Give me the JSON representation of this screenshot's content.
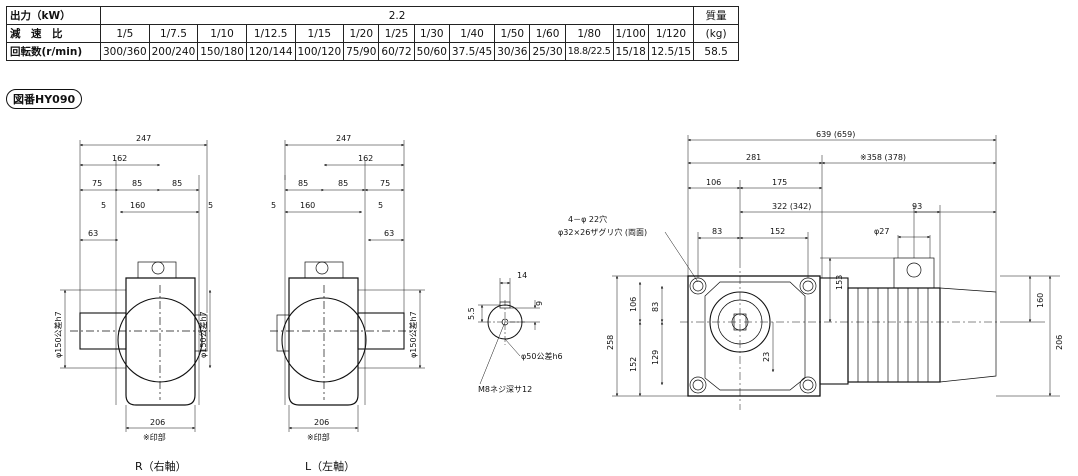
{
  "table": {
    "output_label": "出力（kW）",
    "output_value": "2.2",
    "ratio_label": "減　速　比",
    "ratios": [
      "1/5",
      "1/7.5",
      "1/10",
      "1/12.5",
      "1/15",
      "1/20",
      "1/25",
      "1/30",
      "1/40",
      "1/50",
      "1/60",
      "1/80",
      "1/100",
      "1/120"
    ],
    "speed_label": "回転数(r/min)",
    "speeds": [
      "300/360",
      "200/240",
      "150/180",
      "120/144",
      "100/120",
      "75/90",
      "60/72",
      "50/60",
      "37.5/45",
      "30/36",
      "25/30",
      "18.8/22.5",
      "15/18",
      "12.5/15"
    ],
    "mass_label": "質量",
    "mass_unit": "(kg)",
    "mass_value": "58.5"
  },
  "figure_id": "図番HY090",
  "dims": {
    "r_247": "247",
    "r_162": "162",
    "r_75": "75",
    "r_85a": "85",
    "r_85b": "85",
    "r_5a": "5",
    "r_160": "160",
    "r_5b": "5",
    "r_63": "63",
    "r_phi150": "φ150公差h7",
    "r_206": "206",
    "r_mark": "※印部",
    "l_247": "247",
    "l_162": "162",
    "l_85a": "85",
    "l_85b": "85",
    "l_75": "75",
    "l_5a": "5",
    "l_160": "160",
    "l_5b": "5",
    "l_63": "63",
    "l_phi150": "φ150公差h7",
    "l_206": "206",
    "l_mark": "※印部",
    "s_14": "14",
    "s_55": "5.5",
    "s_9": "9",
    "s_phi50": "φ50公差h6",
    "s_m8": "M8ネジ深サ12",
    "m_639": "639 (659)",
    "m_281": "281",
    "m_358": "※358 (378)",
    "m_106": "106",
    "m_175": "175",
    "m_322": "322 (342)",
    "m_93": "93",
    "m_holes": "4－φ 22穴",
    "m_counter": "φ32×26ザグリ穴 (両面)",
    "m_phi27": "φ27",
    "m_83": "83",
    "m_152": "152",
    "m_153": "153",
    "m_106v": "106",
    "m_83v": "83",
    "m_258": "258",
    "m_152v": "152",
    "m_129": "129",
    "m_23": "23",
    "m_160": "160",
    "m_206": "206"
  },
  "captions": {
    "right": "R（右軸）",
    "left": "L（左軸）"
  }
}
